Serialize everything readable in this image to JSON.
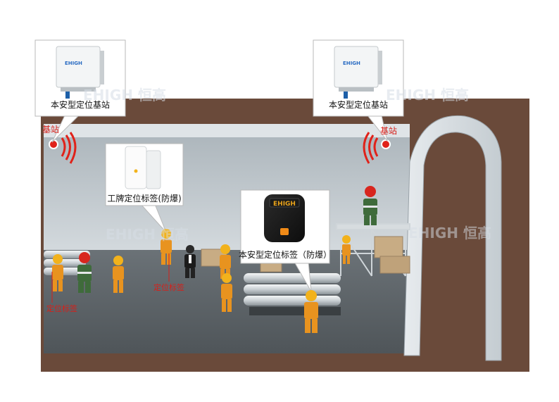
{
  "callouts": {
    "station_left": "本安型定位基站",
    "station_right": "本安型定位基站",
    "card_tag": "工牌定位标签(防爆)",
    "ex_tag": "本安型定位标签（防爆）"
  },
  "device_text": {
    "station_logo": "EHIGH",
    "tag_logo": "EHIGH"
  },
  "red_labels": {
    "base_left": "基站",
    "base_right": "基站",
    "tag_center": "定位标签",
    "tag_left": "定位标签"
  },
  "watermark": {
    "text": "EHIGH 恒高"
  },
  "colors": {
    "rock": "#6a4a3a",
    "tunnel_wall": "#c9d1d6",
    "floor": "#5f666b",
    "signal": "#e0221a",
    "label_red": "#d6201a",
    "worker_orange": "#e8931f",
    "helmet_red": "#d8261e"
  }
}
